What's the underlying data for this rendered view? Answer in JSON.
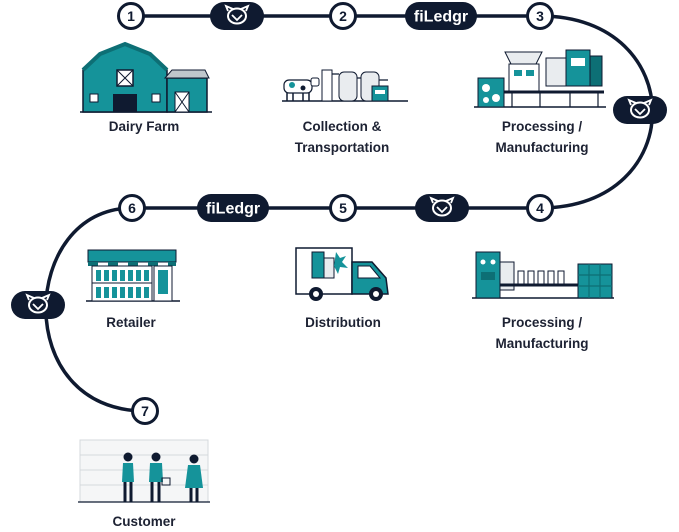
{
  "colors": {
    "navy": "#0f1a30",
    "teal": "#15939a",
    "teal_dark": "#0d6f75",
    "white": "#ffffff"
  },
  "brand": {
    "logo_text": "fiLedgr",
    "badge_icon": "owl-icon"
  },
  "steps": [
    {
      "number": "1",
      "label_lines": [
        "Dairy Farm"
      ],
      "illustration": "barn-icon"
    },
    {
      "number": "2",
      "label_lines": [
        "Collection &",
        "Transportation"
      ],
      "illustration": "milk-collection-icon"
    },
    {
      "number": "3",
      "label_lines": [
        "Processing /",
        "Manufacturing"
      ],
      "illustration": "factory-icon"
    },
    {
      "number": "4",
      "label_lines": [
        "Processing /",
        "Manufacturing"
      ],
      "illustration": "bottling-line-icon"
    },
    {
      "number": "5",
      "label_lines": [
        "Distribution"
      ],
      "illustration": "delivery-truck-icon"
    },
    {
      "number": "6",
      "label_lines": [
        "Retailer"
      ],
      "illustration": "store-icon"
    },
    {
      "number": "7",
      "label_lines": [
        "Customer"
      ],
      "illustration": "shoppers-icon"
    }
  ]
}
